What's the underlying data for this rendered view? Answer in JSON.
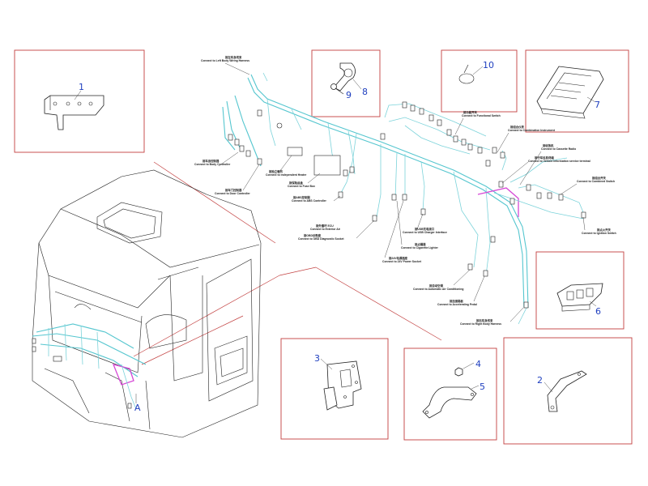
{
  "parts": [
    {
      "id": "part-1",
      "number": "1"
    },
    {
      "id": "part-2",
      "number": "2"
    },
    {
      "id": "part-3",
      "number": "3"
    },
    {
      "id": "part-4",
      "number": "4"
    },
    {
      "id": "part-5",
      "number": "5"
    },
    {
      "id": "part-6",
      "number": "6"
    },
    {
      "id": "part-7",
      "number": "7"
    },
    {
      "id": "part-8",
      "number": "8"
    },
    {
      "id": "part-9",
      "number": "9"
    },
    {
      "id": "part-10",
      "number": "10"
    }
  ],
  "view_marker": "A",
  "connector_labels": [
    {
      "id": "left-body-wiring-harness",
      "zh": "接左车身线束",
      "en": "Connect to Left Body Wiring Harness"
    },
    {
      "id": "body-controller",
      "zh": "接车身控制器",
      "en": "Connect to Body Controller"
    },
    {
      "id": "door-controller",
      "zh": "接车门控制器",
      "en": "Connect to Door Controller"
    },
    {
      "id": "independent-heater",
      "zh": "接独立暖风",
      "en": "Connect to Independent Heater"
    },
    {
      "id": "fuse-box",
      "zh": "接保险丝盒",
      "en": "Connect to Fuse Box"
    },
    {
      "id": "abs-controller",
      "zh": "接ABS控制器",
      "en": "Connect to ABS Controller"
    },
    {
      "id": "exterior-air",
      "zh": "接外循环 ECU",
      "en": "Connect to Exterior Air"
    },
    {
      "id": "obd-diagnostic-socket",
      "zh": "接OBD诊断座",
      "en": "Connect to OBD Diagnostic Socket"
    },
    {
      "id": "usb-charger-interface",
      "zh": "接USB充电接口",
      "en": "Connect to USB Charger Interface"
    },
    {
      "id": "cigarette-lighter",
      "zh": "接点烟器",
      "en": "Connect to Cigarette Lighter"
    },
    {
      "id": "24v-power-socket",
      "zh": "接24V电源插座",
      "en": "Connect to 24V Power Socket"
    },
    {
      "id": "automatic-air-conditioning",
      "zh": "接自动空调",
      "en": "Connect to Automatic Air Conditioning"
    },
    {
      "id": "accelerating-pedal",
      "zh": "接加速踏板",
      "en": "Connect to Accelerating Pedal"
    },
    {
      "id": "right-body-harness",
      "zh": "接右车身线束",
      "en": "Connect to Right Body Harness"
    },
    {
      "id": "functional-switch",
      "zh": "接功能开关",
      "en": "Connect to Functional Switch"
    },
    {
      "id": "combination-instrument",
      "zh": "接组合仪表",
      "en": "Connect to Combination Instrument"
    },
    {
      "id": "cassette-radio",
      "zh": "接收放机",
      "en": "Connect to Cassette Radio"
    },
    {
      "id": "vehicle-info-terminal",
      "zh": "接行车信息终端",
      "en": "Connect to Vehicle information service terminal"
    },
    {
      "id": "combined-switch",
      "zh": "接组合开关",
      "en": "Connect to Combined Switch"
    },
    {
      "id": "ignition-switch",
      "zh": "接点火开关",
      "en": "Connect to Ignition Switch"
    }
  ],
  "colors": {
    "callout_box": "#c24040",
    "part_number": "#1f3fbf",
    "harness": "#55c6cf",
    "highlight": "#d648d6"
  }
}
